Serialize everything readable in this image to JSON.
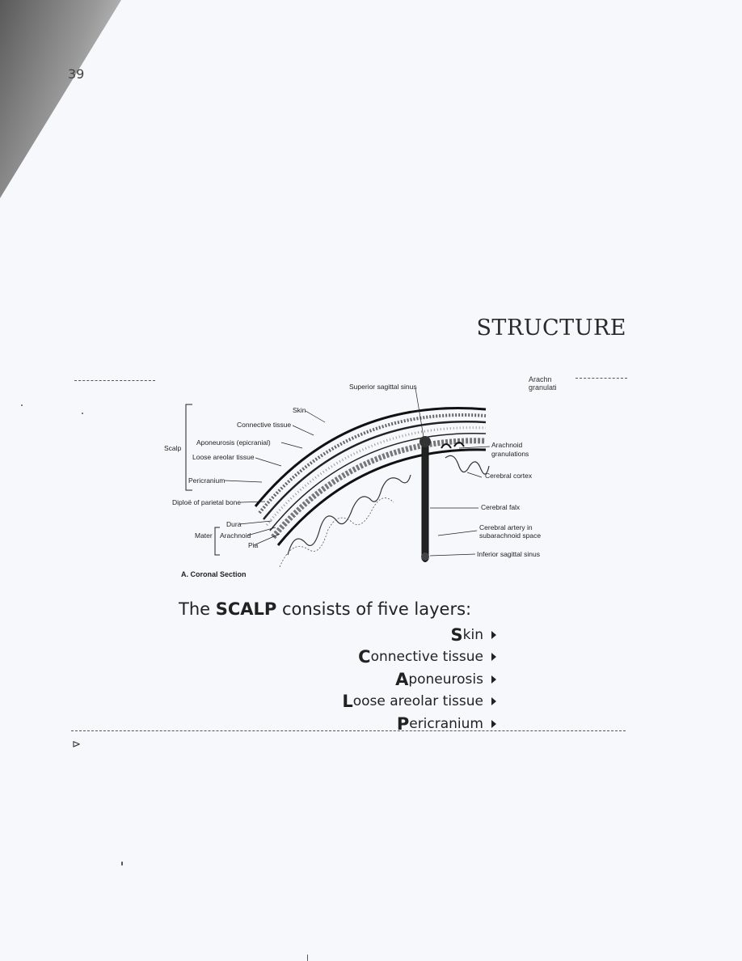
{
  "page": {
    "number": "39",
    "title": "STRUCTURE",
    "intro_prefix": "The ",
    "intro_bold": "SCALP",
    "intro_suffix": " consists of five layers:",
    "layers": [
      {
        "initial": "S",
        "rest": "kin"
      },
      {
        "initial": "C",
        "rest": "onnective tissue"
      },
      {
        "initial": "A",
        "rest": "poneurosis"
      },
      {
        "initial": "L",
        "rest": "oose areolar tissue"
      },
      {
        "initial": "P",
        "rest": "ericranium"
      }
    ],
    "cutoff_label_1": "Arachn",
    "cutoff_label_2": "granulati",
    "marker_glyph": "⊳"
  },
  "diagram": {
    "labels": {
      "superior_sagittal_sinus": "Superior sagittal sinus",
      "skin": "Skin",
      "connective_tissue": "Connective tissue",
      "aponeurosis": "Aponeurosis (epicranial)",
      "loose_areolar": "Loose areolar tissue",
      "pericranium": "Pericranium",
      "scalp": "Scalp",
      "diploe": "Diploë of parietal bone",
      "dura": "Dura",
      "arachnoid": "Arachnoid",
      "pia": "Pia",
      "mater": "Mater",
      "arachnoid_granulations_1": "Arachnoid",
      "arachnoid_granulations_2": "granulations",
      "cerebral_cortex": "Cerebral cortex",
      "cerebral_falx": "Cerebral falx",
      "cerebral_artery_1": "Cerebral artery in",
      "cerebral_artery_2": "subarachnoid space",
      "inferior_sagittal_sinus": "Inferior sagittal sinus",
      "caption": "A. Coronal Section"
    }
  }
}
